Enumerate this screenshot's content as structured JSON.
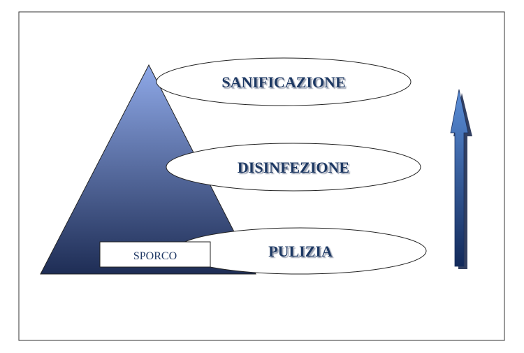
{
  "diagram": {
    "levels": [
      {
        "label": "SANIFICAZIONE"
      },
      {
        "label": "DISINFEZIONE"
      },
      {
        "label": "PULIZIA"
      }
    ],
    "base_box": {
      "label": "SPORCO"
    },
    "colors": {
      "pyramid_top": "#8fa9e8",
      "pyramid_bottom": "#1e2d55",
      "text": "#1f3864",
      "arrow_light": "#5b8fd9",
      "arrow_dark": "#12295a"
    }
  }
}
